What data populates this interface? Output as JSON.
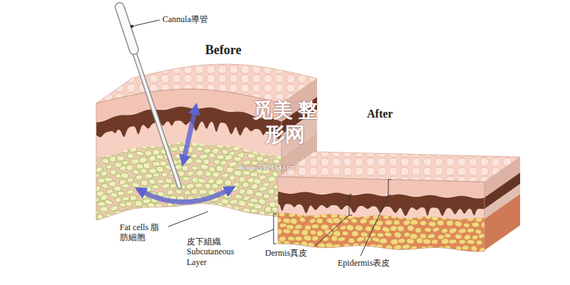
{
  "diagram": {
    "labels": [
      "Cannula導管",
      "Before",
      "After",
      "觅美 整形网",
      "www.552334.com",
      "Fat cells 脂肪細胞",
      "皮下組織 Subcutaneous Layer",
      "Dermis真皮",
      "Epidermis表皮"
    ]
  }
}
